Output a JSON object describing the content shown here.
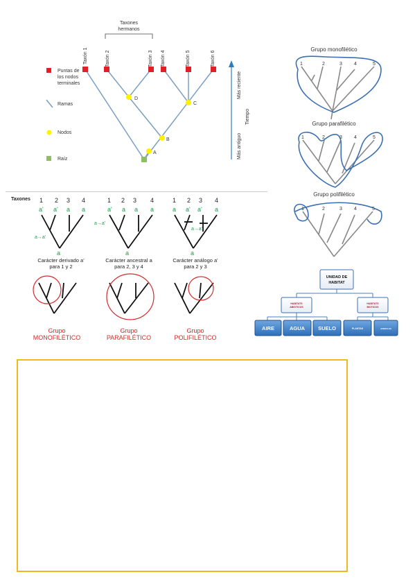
{
  "cladogram_main": {
    "sisters_label_1": "Taxones",
    "sisters_label_2": "hermanos",
    "taxa": [
      "Taxón 1",
      "Taxón 2",
      "Taxón 3",
      "Taxón 4",
      "Taxón 5",
      "Taxón 6"
    ],
    "nodes": [
      "A",
      "B",
      "C",
      "D"
    ],
    "legend": [
      {
        "lines": [
          "Puntas de",
          "los nodos",
          "terminales"
        ],
        "color": "#e41e26"
      },
      {
        "lines": [
          "Ramas"
        ],
        "color": "#7a9fc2"
      },
      {
        "lines": [
          "Nodos"
        ],
        "color": "#fff200"
      },
      {
        "lines": [
          "Raíz"
        ],
        "color": "#8cc063"
      }
    ],
    "time_axis": {
      "label": "Tiempo",
      "old": "Más antiguo",
      "recent": "Más reciente"
    }
  },
  "groups": {
    "mono": "Grupo monofilético",
    "para": "Grupo parafilético",
    "poli": "Grupo polifilético",
    "taxa": [
      "1",
      "2",
      "3",
      "4",
      "5"
    ]
  },
  "characters": {
    "taxones_label": "Taxones",
    "numbers": [
      "1",
      "2",
      "3",
      "4"
    ],
    "panels": [
      {
        "states": [
          "a'",
          "a'",
          "a",
          "a"
        ],
        "change": "a→a'",
        "root": "a",
        "caption1": "Carácter derivado a'",
        "caption2": "para 1 y 2",
        "group1": "Grupo",
        "group2": "MONOFILÉTICO"
      },
      {
        "states": [
          "a'",
          "a",
          "a",
          "a"
        ],
        "change": "a→a'",
        "root": "a",
        "caption1": "Carácter ancestral a",
        "caption2": "para 2, 3 y 4",
        "group1": "Grupo",
        "group2": "PARAFILÉTICO"
      },
      {
        "states": [
          "a",
          "a'",
          "a'",
          "a"
        ],
        "change": "a→a'",
        "root": "a",
        "caption1": "Carácter análogo a'",
        "caption2": "para 2 y 3",
        "group1": "Grupo",
        "group2": "POLIFILÉTICO"
      }
    ]
  },
  "habitat": {
    "root_1": "UNIDAD DE",
    "root_2": "HABITAT",
    "abio_1": "HABITATS",
    "abio_2": "ABIOTICOS",
    "bio_1": "HABITATS",
    "bio_2": "BIOTICOS",
    "aire": "AIRE",
    "agua": "AGUA",
    "suelo": "SUELO",
    "plantas": "PLANTAS",
    "animales": "ANIMALES"
  }
}
